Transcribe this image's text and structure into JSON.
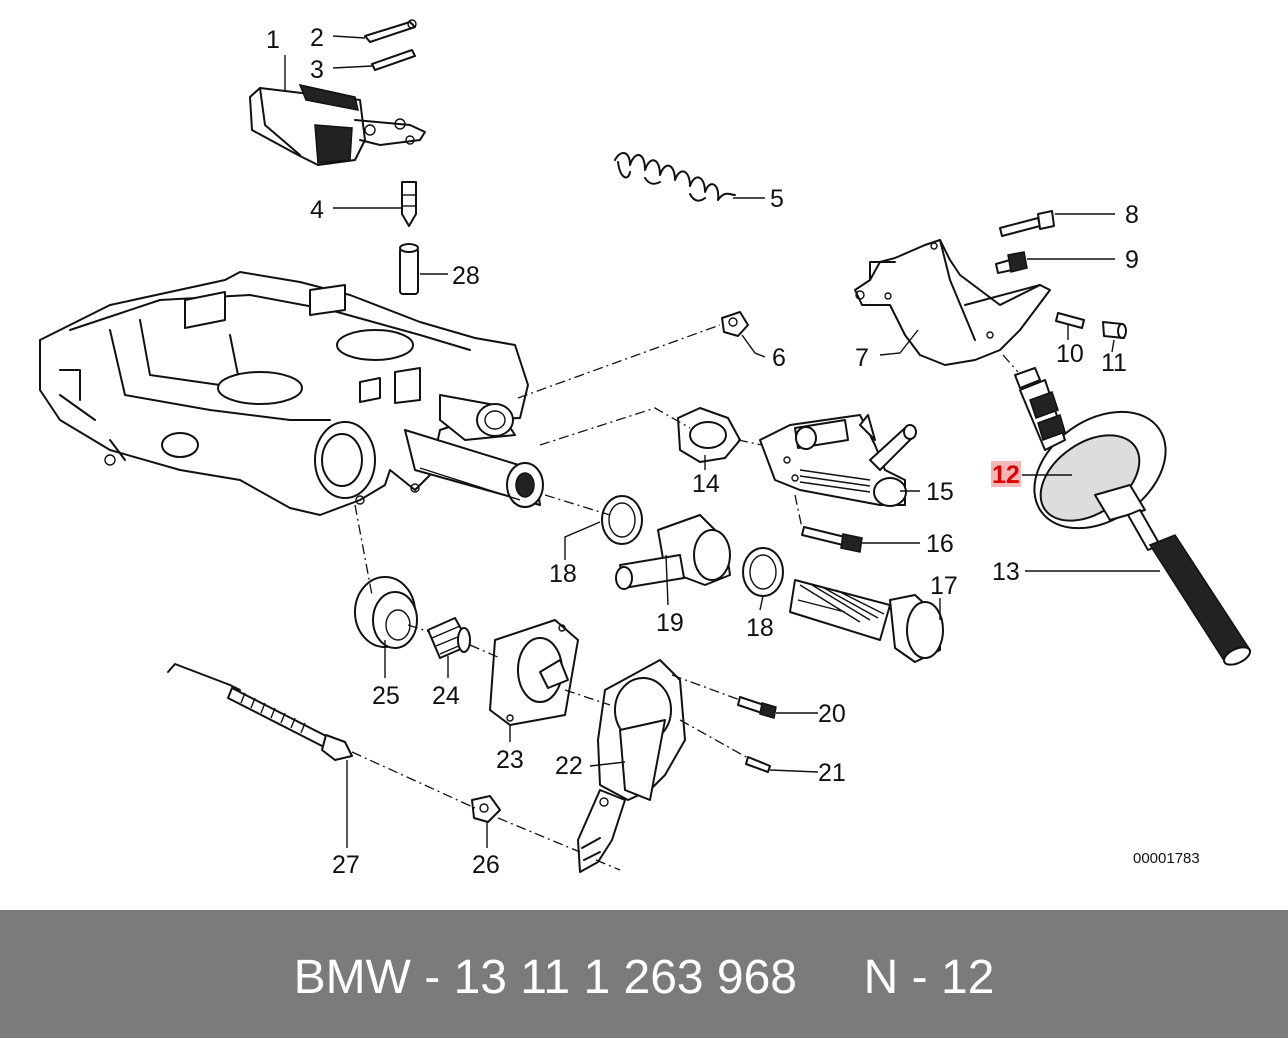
{
  "diagram": {
    "part_labels": [
      "1",
      "2",
      "3",
      "4",
      "5",
      "6",
      "7",
      "8",
      "9",
      "10",
      "11",
      "12",
      "13",
      "14",
      "15",
      "16",
      "17",
      "18",
      "18",
      "19",
      "20",
      "21",
      "22",
      "23",
      "24",
      "25",
      "26",
      "27",
      "28"
    ],
    "highlighted_label": "12",
    "highlight_color": "#e00000",
    "reference_number": "00001783"
  },
  "footer": {
    "text": "BMW - 13 11 1 263 968     N - 12",
    "background": "#7b7b7b"
  }
}
